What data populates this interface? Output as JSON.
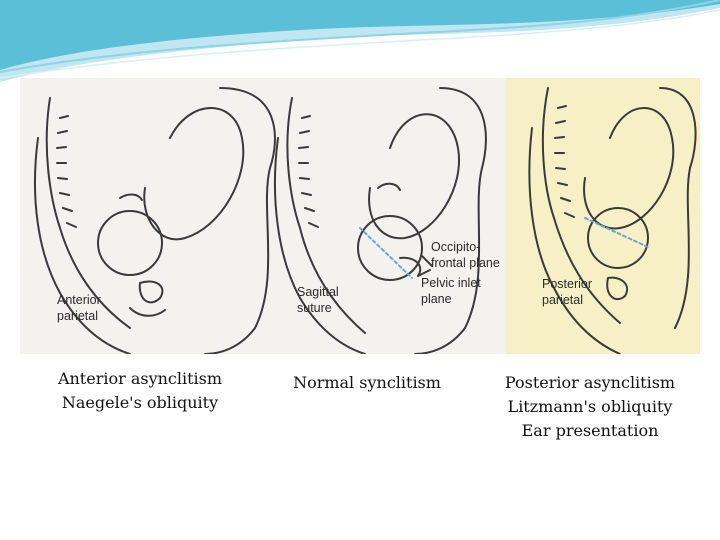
{
  "figure": {
    "labels": {
      "anterior_parietal": [
        "Anterior",
        "parietal"
      ],
      "sagittal_suture": [
        "Sagittal",
        "suture"
      ],
      "occipitofrontal_plane": [
        "Occipito-",
        "frontal plane"
      ],
      "pelvic_inlet_plane": [
        "Pelvic inlet",
        "plane"
      ],
      "posterior_parietal": [
        "Posterior",
        "parietal"
      ]
    }
  },
  "captions": {
    "anterior": [
      "Anterior asynclitism",
      "Naegele's obliquity"
    ],
    "normal": [
      "Normal synclitism"
    ],
    "posterior": [
      "Posterior asynclitism",
      "Litzmann's obliquity",
      "Ear presentation"
    ]
  },
  "colors": {
    "figure_bg": "#f3f2ef",
    "line_art": "#3a3a3a",
    "header_blue": "#5bbfd8",
    "header_light": "#bfe6f1",
    "posterior_tint": "#f7f0c6"
  }
}
